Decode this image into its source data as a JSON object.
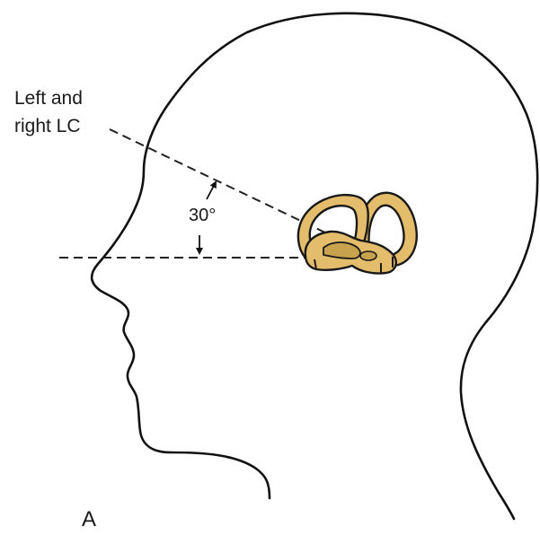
{
  "figure": {
    "panel_label": "A",
    "canal_label_line1": "Left and",
    "canal_label_line2": "right LC",
    "angle_label": "30°",
    "colors": {
      "outline": "#111111",
      "canal_fill": "#e3bd6c",
      "canal_shadow": "#c9a24e",
      "background": "#ffffff"
    },
    "icons": [
      "head-profile-outline",
      "semicircular-canals-icon",
      "angle-arrow-icon"
    ]
  }
}
